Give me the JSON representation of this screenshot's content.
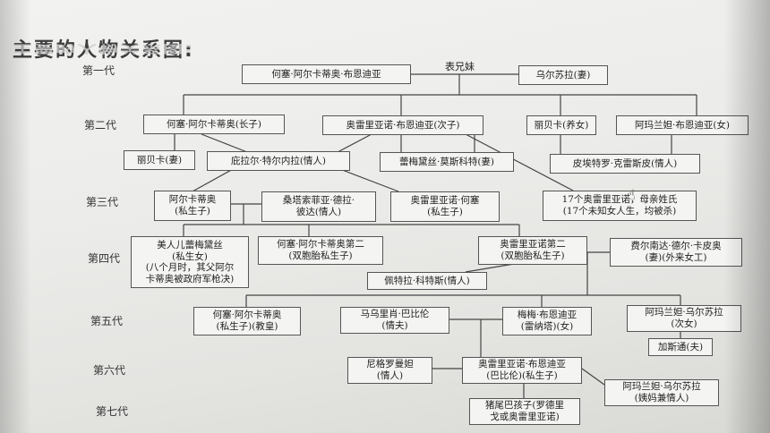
{
  "title": "主要的人物关系图:",
  "generations": [
    "第一代",
    "第二代",
    "第三代",
    "第四代",
    "第五代",
    "第六代",
    "第七代"
  ],
  "labels": {
    "cousin": "表兄妹"
  },
  "nodes": {
    "g1_jose_arcadio": "何塞·阿尔卡蒂奥·布恩迪亚",
    "g1_ursula": "乌尔苏拉(妻)",
    "g2_jose_arcadio": "何塞·阿尔卡蒂奥(长子)",
    "g2_aureliano": "奥雷里亚诺·布恩迪亚(次子)",
    "g2_rebeca": "丽贝卡(养女)",
    "g2_amaranta": "阿玛兰妲·布恩迪亚(女)",
    "g2_rebeca_wife": "丽贝卡(妻)",
    "g2_pilar": "庇拉尔·特尔内拉(情人)",
    "g2_remedios": "蕾梅黛丝·莫斯科特(妻)",
    "g2_pietro": "皮埃特罗·克雷斯皮(情人)",
    "g3_arcadio": [
      "阿尔卡蒂奥",
      "(私生子)"
    ],
    "g3_santa_sofia": [
      "桑塔索菲亚·德拉·",
      "彼达(情人)"
    ],
    "g3_aureliano_jose": [
      "奥雷里亚诺·何塞",
      "(私生子)"
    ],
    "g3_seventeen": [
      "17个奥雷里亚诺，母亲姓氏",
      "(17个未知女人生，均被杀)"
    ],
    "g4_remedios_beauty": [
      "美人儿蕾梅黛丝",
      "(私生女)",
      "(八个月时，其父阿尔",
      "卡蒂奥被政府军枪决)"
    ],
    "g4_jose_arcadio_second": [
      "何塞·阿尔卡蒂奥第二",
      "(双胞胎私生子)"
    ],
    "g4_aureliano_second": [
      "奥雷里亚诺第二",
      "(双胞胎私生子)"
    ],
    "g4_fernanda": [
      "费尔南达·德尔·卡皮奥",
      "(妻)(外来女工)"
    ],
    "g4_petra": "佩特拉·科特斯(情人)",
    "g5_jose_arcadio": [
      "何塞·阿尔卡蒂奥",
      "(私生子)(教皇)"
    ],
    "g5_mauricio": [
      "马乌里肖·巴比伦",
      "(情夫)"
    ],
    "g5_meme": [
      "梅梅·布恩迪亚",
      "(雷纳塔)(女)"
    ],
    "g5_amaranta_ursula": [
      "阿玛兰妲·乌尔苏拉",
      "(次女)"
    ],
    "g5_gaston": "加斯通(夫)",
    "g6_nigromanta": [
      "尼格罗曼妲",
      "(情人)"
    ],
    "g6_aureliano": [
      "奥雷里亚诺·布恩迪亚",
      "(巴比伦)(私生子)"
    ],
    "g6_amaranta_ursula": [
      "阿玛兰妲·乌尔苏拉",
      "(姨妈兼情人)"
    ],
    "g7_pig_tail": [
      "猪尾巴孩子(罗德里",
      "戈或奥雷里亚诺)"
    ]
  }
}
